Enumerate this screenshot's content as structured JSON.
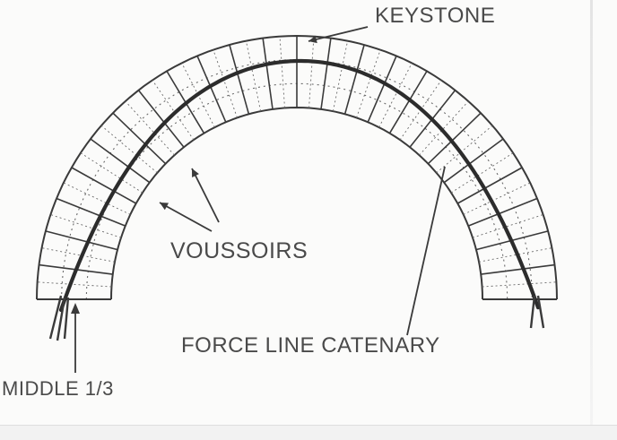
{
  "labels": {
    "keystone": "KEYSTONE",
    "voussoirs": "VOUSSOIRS",
    "force_line": "FORCE LINE CATENARY",
    "middle_third": "MIDDLE 1/3"
  },
  "colors": {
    "ink": "#3a3a3a",
    "light_ink": "#6a6a6a",
    "background": "#fbfbfa"
  },
  "voussoir_count": 24
}
